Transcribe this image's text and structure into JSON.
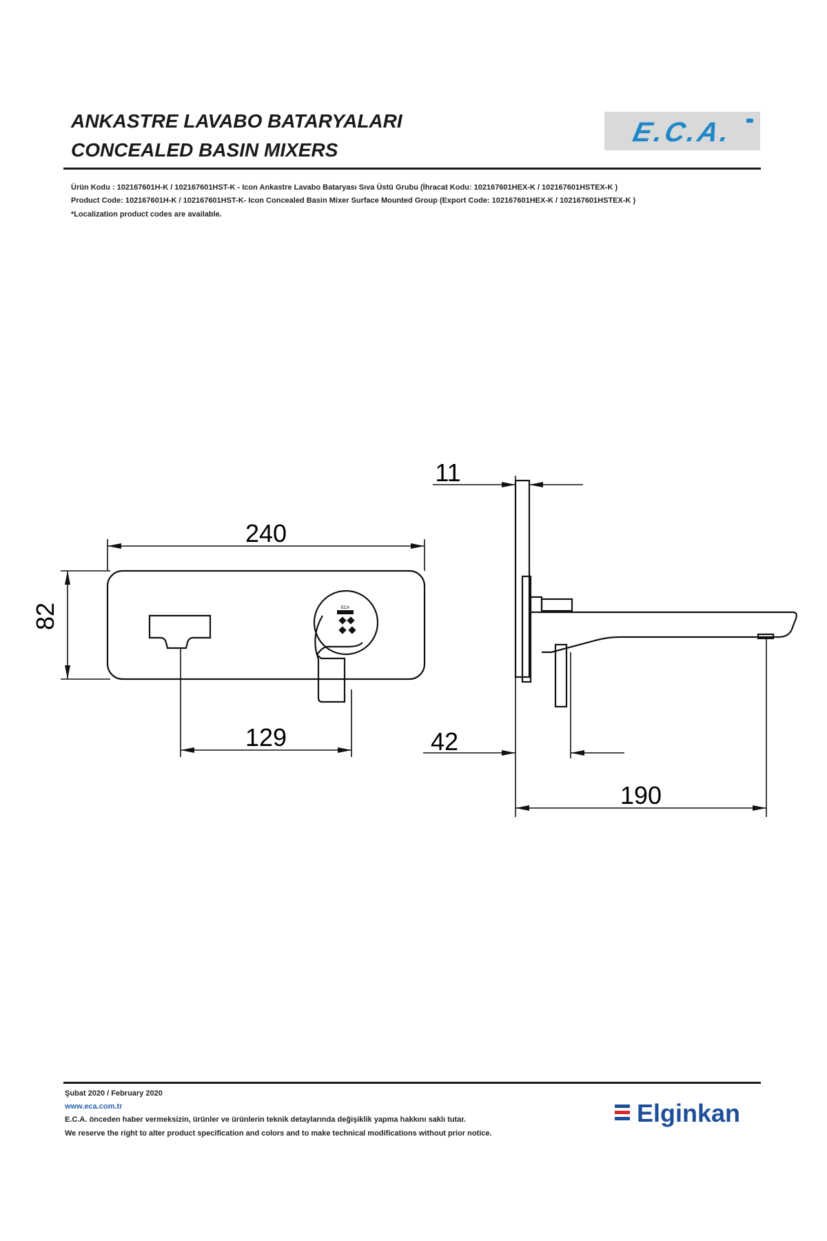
{
  "header": {
    "title_tr": "ANKASTRE LAVABO BATARYALARI",
    "title_en": "CONCEALED BASIN MIXERS",
    "brand_logo": "E.C.A."
  },
  "codes": {
    "line_tr": "Ürün Kodu     : 102167601H-K / 102167601HST-K - Icon Ankastre Lavabo Bataryası Sıva Üstü Grubu (İhracat Kodu: 102167601HEX-K / 102167601HSTEX-K )",
    "line_en": "Product Code: 102167601H-K / 102167601HST-K- Icon Concealed Basin Mixer Surface Mounted Group (Export Code: 102167601HEX-K / 102167601HSTEX-K )",
    "note": "*Localization product codes are available."
  },
  "drawing": {
    "dims": {
      "width": "240",
      "height": "82",
      "spacing": "129",
      "plate_thickness": "11",
      "depth": "42",
      "projection": "190"
    },
    "knob_label": "ECA"
  },
  "footer": {
    "date": "Şubat 2020 / February 2020",
    "website": "www.eca.com.tr",
    "disclaimer_tr": "E.C.A. önceden haber vermeksizin, ürünler ve ürünlerin teknik detaylarında değişiklik yapma hakkını saklı tutar.",
    "disclaimer_en": "We reserve the right to alter product specification and colors and to make technical modifications without prior notice.",
    "brand": "Elginkan"
  },
  "colors": {
    "accent_blue": "#1e87c9",
    "brand_navy": "#1e4f9a",
    "brand_red": "#d52b2b",
    "logo_bg": "#d9d9d9"
  }
}
